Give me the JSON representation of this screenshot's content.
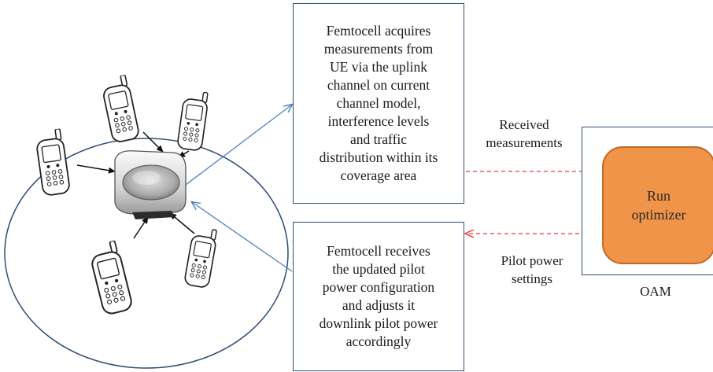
{
  "femtocell_measurements": {
    "lines": [
      "Femtocell acquires",
      "measurements from",
      "UE via the uplink",
      "channel on current",
      "channel model,",
      "interference levels",
      "and traffic",
      "distribution within its",
      "coverage area"
    ]
  },
  "femtocell_receives": {
    "lines": [
      "Femtocell receives",
      "the updated pilot",
      "power configuration",
      "and adjusts it",
      "downlink pilot power",
      "accordingly"
    ]
  },
  "received_measurements": {
    "lines": [
      "Received",
      "measurements"
    ]
  },
  "pilot_power_settings": {
    "lines": [
      "Pilot power",
      "settings"
    ]
  },
  "optimizer": {
    "lines": [
      "Run",
      "optimizer"
    ]
  },
  "oam": {
    "label": "OAM"
  },
  "colors": {
    "box_border": "#2f4d74",
    "connector": "#4f81bd",
    "dashed_arrow": "#e8383b",
    "optimizer_fill": "#f0944a",
    "optimizer_border": "#c16a28"
  },
  "icons": [
    "mobile-phone-icon",
    "femtocell-router-icon"
  ]
}
